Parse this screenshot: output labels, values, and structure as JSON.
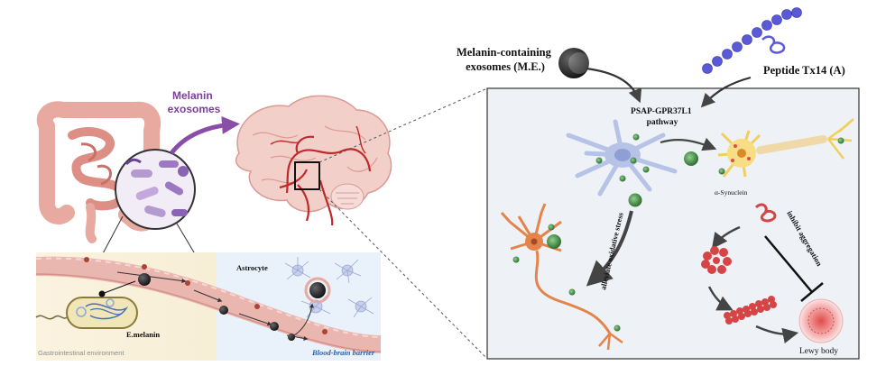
{
  "labels": {
    "melanin_exosomes": [
      "Melanin",
      "exosomes"
    ],
    "melanin_containing": [
      "Melanin-containing",
      "exosomes (M.E.)"
    ],
    "peptide": "Peptide Tx14 (A)",
    "pathway": [
      "PSAP-GPR37L1",
      "pathway"
    ],
    "alpha_synuclein": "α-Synuclein",
    "alleviate": "alleviate oxidative stress",
    "inhibit": "inhibit aggregation",
    "lewy": "Lewy body",
    "astrocyte": "Astrocyte",
    "emelanin": "E.melanin",
    "gi_env": "Gastrointestinal environment",
    "bbb": "Blood-brain barrier"
  },
  "colors": {
    "purple_text": "#7b3f9b",
    "bbb_blue": "#2a5fa8",
    "vessel": "#e9b3ad",
    "brain": "#f2c9c4",
    "artery": "#c0282a",
    "neuron_orange": "#e4844a",
    "exosome_green": "#3c8a3c",
    "aggregate_red": "#d64545",
    "astrocyte_blue": "#b7c3e6"
  },
  "icons": [
    "intestine-icon",
    "magnifier-icon",
    "brain-icon",
    "exosome-icon",
    "peptide-icon",
    "astrocyte-icon",
    "neuron-icon",
    "bacterium-icon",
    "lewy-body-icon"
  ]
}
